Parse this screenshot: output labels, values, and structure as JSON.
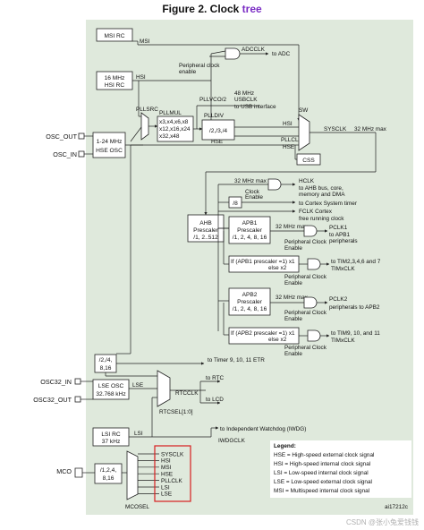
{
  "title": {
    "prefix": "Figure 2. Clock ",
    "highlight": "tree"
  },
  "colors": {
    "highlight": "#7a2cc4",
    "box_fill": "#dfe9dc",
    "stroke": "#222222",
    "mco_box": "#d81e1e"
  },
  "blocks": {
    "msi_rc": "MSI RC",
    "hsi_rc": [
      "16 MHz",
      "HSI RC"
    ],
    "hse_osc": [
      "1-24 MHz",
      "HSE OSC"
    ],
    "pllmul": [
      "PLLMUL",
      "x3,x4,x6,x8",
      "x12,x16,x24",
      "x32,x48"
    ],
    "plldiv": [
      "PLLDIV",
      "/2,/3,/4"
    ],
    "css": "CSS",
    "ahb_prescaler": [
      "AHB",
      "Prescaler",
      "/1, 2..512"
    ],
    "div8": "/8",
    "apb1_prescaler": [
      "APB1",
      "Prescaler",
      "/1, 2, 4, 8, 16"
    ],
    "apb2_prescaler": [
      "APB2",
      "Prescaler",
      "/1, 2, 4, 8, 16"
    ],
    "rtc_div": [
      "/2,/4,",
      "8,16"
    ],
    "lse_osc": [
      "LSE OSC",
      "32.768 kHz"
    ],
    "lsi_rc": [
      "LSI RC",
      "37 kHz"
    ],
    "mco_div": [
      "/1,2,4,",
      "8,16"
    ],
    "apb1_mult": [
      "If (APB1 prescaler =1) x1",
      "else x2"
    ],
    "apb2_mult": [
      "If (APB2 prescaler =1) x1",
      "else x2"
    ]
  },
  "pins": {
    "osc_out": "OSC_OUT",
    "osc_in": "OSC_IN",
    "osc32_in": "OSC32_IN",
    "osc32_out": "OSC32_OUT",
    "mco": "MCO"
  },
  "signals": {
    "msi": "MSI",
    "hsi": "HSI",
    "hse": "HSE",
    "lse": "LSE",
    "lsi": "LSI",
    "adcclk": "ADCCLK",
    "to_adc": "to ADC",
    "adc_enable": [
      "Peripheral clock",
      "enable"
    ],
    "pllsrc": "PLLSRC",
    "pllvco": "PLLVCO/2",
    "usbclk_freq": "48 MHz",
    "usbclk": "USBCLK",
    "to_usb": "to USB interface",
    "sw": "SW",
    "sw_hsi": "HSI",
    "sw_hse": "HSE",
    "pllclk": "PLLCLK",
    "sysclk": "SYSCLK",
    "sysclk_max": "32 MHz max",
    "ahb_max": "32 MHz max",
    "hclk": "HCLK",
    "hclk_to": [
      "to AHB bus, core,",
      "memory and DMA"
    ],
    "clock_enable": [
      "Clock",
      "Enable"
    ],
    "to_systimer": "to Cortex System timer",
    "fclk": [
      "FCLK Cortex",
      "free running clock"
    ],
    "apb1_max": "32 MHz max",
    "pclk1": "PCLK1",
    "pclk1_to": [
      "to APB1",
      "peripherals"
    ],
    "pclk1_enable": [
      "Peripheral Clock",
      "Enable"
    ],
    "tim1_to": "to TIM2,3,4,6 and 7",
    "timxclk1": "TIMxCLK",
    "tim1_enable": [
      "Peripheral Clock",
      "Enable"
    ],
    "apb2_max": "32 MHz max",
    "pclk2": "PCLK2",
    "pclk2_to": "peripherals to APB2",
    "pclk2_enable": [
      "Peripheral Clock",
      "Enable"
    ],
    "tim2_to": "to TIM9, 10, and 11",
    "timxclk2": "TIMxCLK",
    "tim2_enable": [
      "Peripheral Clock",
      "Enable"
    ],
    "to_timer_etr": "to Timer 9, 10, 11 ETR",
    "rtcclk": "RTCCLK",
    "to_rtc": "to RTC",
    "to_lcd": "to LCD",
    "rtcsel": "RTCSEL[1:0]",
    "to_iwdg": "to Independent Watchdog (IWDG)",
    "iwdgclk": "IWDGCLK",
    "mcosel": "MCOSEL"
  },
  "mco_sources": [
    "SYSCLK",
    "HSI",
    "MSI",
    "HSE",
    "PLLCLK",
    "LSI",
    "LSE"
  ],
  "legend": {
    "title": "Legend:",
    "items": [
      "HSE = High-speed external clock signal",
      "HSI = High-speed internal clock signal",
      "LSI = Low-speed internal clock signal",
      "LSE = Low-speed external clock signal",
      "MSI = Multispeed internal clock signal"
    ]
  },
  "figure_id": "ai17212c",
  "watermark": "CSDN @张小兔爱钱钱"
}
